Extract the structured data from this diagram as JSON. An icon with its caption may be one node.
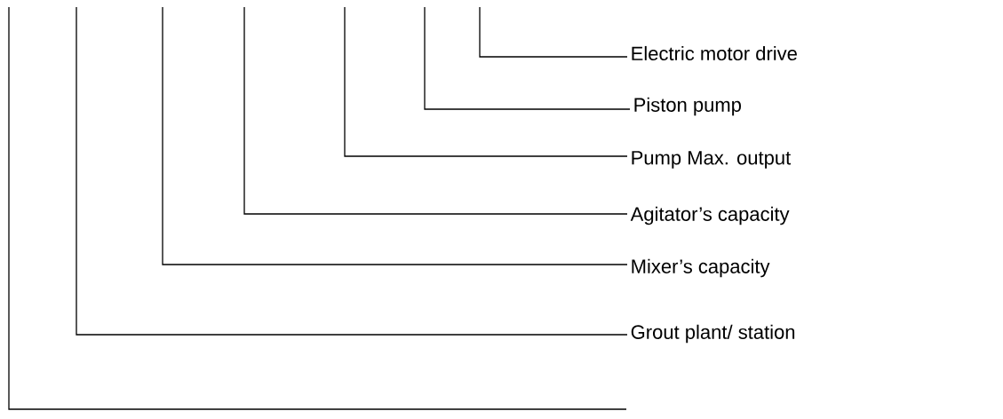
{
  "diagram": {
    "nodes": [
      {
        "text": [
          "Electric motor drive"
        ]
      },
      {
        "text": [
          "Piston pump"
        ]
      },
      {
        "text": [
          "Pump Max. output"
        ]
      },
      {
        "text": [
          "Agitator’s capacity"
        ]
      },
      {
        "text": [
          "Mixer’s capacity"
        ]
      },
      {
        "text": [
          "Grout plant/ station"
        ]
      }
    ],
    "edges": [
      {
        "from": null,
        "to": 0,
        "arrow": "none"
      },
      {
        "from": null,
        "to": 1,
        "arrow": "none"
      },
      {
        "from": null,
        "to": 2,
        "arrow": "none"
      },
      {
        "from": null,
        "to": 3,
        "arrow": "none"
      },
      {
        "from": null,
        "to": 4,
        "arrow": "none"
      },
      {
        "from": null,
        "to": 5,
        "arrow": "none"
      }
    ]
  }
}
